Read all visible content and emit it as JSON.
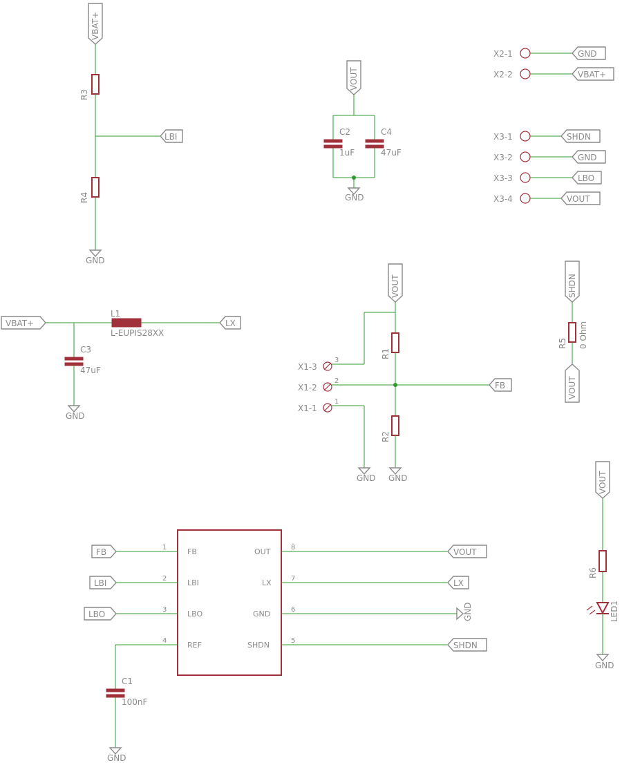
{
  "nets": {
    "vbat": "VBAT+",
    "vout": "VOUT",
    "gnd": "GND",
    "lbi": "LBI",
    "lbo": "LBO",
    "lx": "LX",
    "fb": "FB",
    "shdn": "SHDN"
  },
  "parts": {
    "r1": "R1",
    "r2": "R2",
    "r3": "R3",
    "r4": "R4",
    "r5": "R5",
    "r6": "R6",
    "c1": "C1",
    "c2": "C2",
    "c3": "C3",
    "c4": "C4",
    "l1": "L1",
    "led1": "LED1"
  },
  "values": {
    "c1": "100nF",
    "c2": "1uF",
    "c3": "47uF",
    "c4": "47uF",
    "l1": "L-EUPIS28XX",
    "r5": "0 Ohm"
  },
  "connectors": {
    "x2": [
      "X2-1",
      "X2-2"
    ],
    "x3": [
      "X3-1",
      "X3-2",
      "X3-3",
      "X3-4"
    ],
    "x1": [
      "X1-3",
      "X1-2",
      "X1-1"
    ],
    "x1_pins": [
      "3",
      "2",
      "1"
    ]
  },
  "ic": {
    "left_pins": [
      {
        "num": "1",
        "name": "FB"
      },
      {
        "num": "2",
        "name": "LBI"
      },
      {
        "num": "3",
        "name": "LBO"
      },
      {
        "num": "4",
        "name": "REF"
      }
    ],
    "right_pins": [
      {
        "num": "8",
        "name": "OUT"
      },
      {
        "num": "7",
        "name": "LX"
      },
      {
        "num": "6",
        "name": "GND"
      },
      {
        "num": "5",
        "name": "SHDN"
      }
    ]
  },
  "colors": {
    "wire": "#2e9a2e",
    "part": "#a0303a",
    "label": "#8a8a8a",
    "background": "#ffffff"
  }
}
